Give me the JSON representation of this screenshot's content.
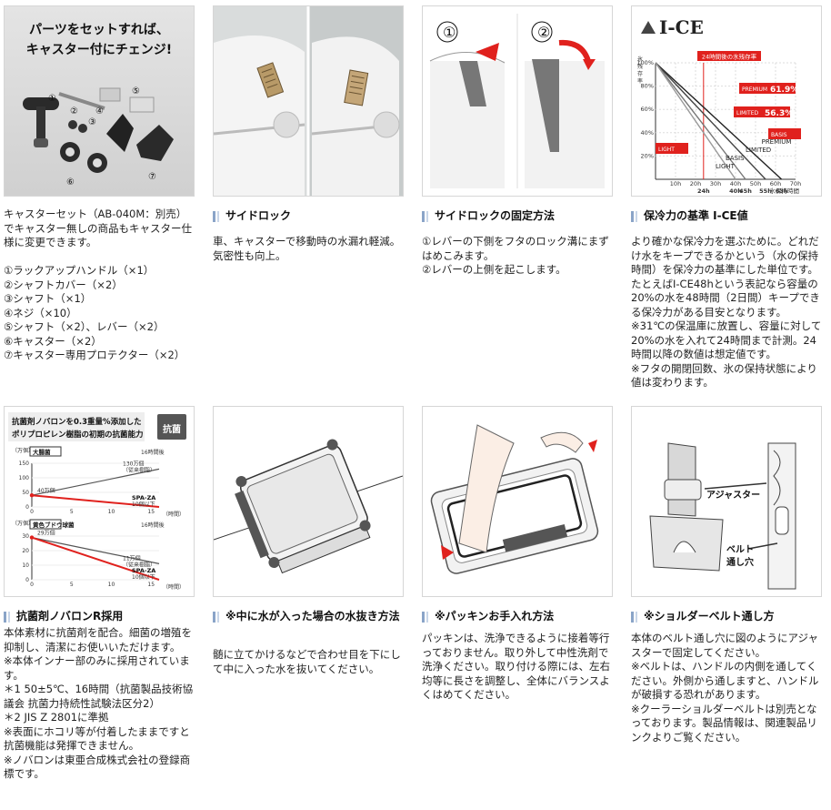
{
  "panels": [
    {
      "heading": "",
      "body": "キャスターセット（AB-040M：別売）でキャスター無しの商品もキャスター仕様に変更できます。\n\n①ラックアップハンドル（×1）\n②シャフトカバー（×2）\n③シャフト（×1）\n④ネジ（×10）\n⑤シャフト（×2）、レバー（×2）\n⑥キャスター（×2）\n⑦キャスター専用プロテクター（×2）",
      "image": {
        "title_line1": "パーツをセットすれば、",
        "title_line2": "キャスター付にチェンジ!",
        "labels": [
          "①",
          "②",
          "③",
          "④",
          "⑤",
          "⑥",
          "⑦"
        ]
      }
    },
    {
      "heading": "サイドロック",
      "body": "車、キャスターで移動時の水漏れ軽減。気密性も向上。"
    },
    {
      "heading": "サイドロックの固定方法",
      "body": "①レバーの下側をフタのロック溝にまずはめこみます。\n②レバーの上側を起こします。",
      "image": {
        "step1": "①",
        "step2": "②"
      }
    },
    {
      "heading": "保冷力の基準 I-CE値",
      "body": "より確かな保冷力を選ぶために。どれだけ水をキープできるかという（水の保持時間）を保冷力の基準にした単位です。たとえばI-CE48hという表記なら容量の20%の水を48時間（2日間）キープできる保冷力がある目安となります。\n※31℃の保温庫に放置し、容量に対して20%の水を入れて24時間まで計測。24時間以降の数値は想定値です。\n※フタの開閉回数、氷の保持状態により値は変わります。"
    },
    {
      "heading": "抗菌剤ノバロンR採用",
      "body": "本体素材に抗菌剤を配合。細菌の増殖を抑制し、清潔にお使いいただけます。\n※本体インナー部のみに採用されています。\n＊1 50±5℃、16時間（抗菌製品技術協議会 抗菌力持続性試験法区分2）\n＊2 JIS Z 2801に準拠\n※表面にホコリ等が付着したままですと抗菌機能は発揮できません。\n※ノバロンは東亜合成株式会社の登録商標です。"
    },
    {
      "heading": "※中に水が入った場合の水抜き方法",
      "body": "髄に立てかけるなどで合わせ目を下にして中に入った水を抜いてください。"
    },
    {
      "heading": "※パッキンお手入れ方法",
      "body": "パッキンは、洗浄できるように接着等行っておりません。取り外して中性洗剤で洗浄ください。取り付ける際には、左右均等に長さを調整し、全体にバランスよくはめてください。"
    },
    {
      "heading": "※ショルダーベルト通し方",
      "body": "本体のベルト通し穴に図のようにアジャスターで固定してください。\n※ベルトは、ハンドルの内側を通してください。外側から通しますと、ハンドルが破損する恐れがあります。\n※クーラーショルダーベルトは別売となっております。製品情報は、関連製品リンクよりご覧ください。",
      "image": {
        "adjuster_label": "アジャスター",
        "belt_hole_label_1": "ベルト",
        "belt_hole_label_2": "通し穴"
      }
    }
  ],
  "ice_chart": {
    "type": "line",
    "logo": "I-CE",
    "ylabel_chars": [
      "氷",
      "残",
      "存",
      "率"
    ],
    "xlabel": "氷保持時間",
    "y_ticks": [
      "100%",
      "80%",
      "60%",
      "40%",
      "20%"
    ],
    "x_ticks_top": [
      "10h",
      "20h",
      "30h",
      "40h",
      "50h",
      "60h",
      "70h"
    ],
    "x_ticks_bottom": [
      "24h",
      "40h",
      "45h",
      "55h",
      "63h"
    ],
    "banner": "24時間後の氷残存率",
    "series": [
      {
        "name": "PREMIUM",
        "value_24h": "61.9%",
        "end_hours": 63
      },
      {
        "name": "LIMITED",
        "value_24h": "56.3%",
        "end_hours": 55
      },
      {
        "name": "BASIS",
        "value_24h": "",
        "end_hours": 45
      },
      {
        "name": "LIGHT",
        "value_24h": "",
        "end_hours": 40
      }
    ],
    "accent_red": "#e0211d"
  },
  "antibac_chart": {
    "title_line1": "抗菌剤ノバロンを0.3重量%添加した",
    "title_line2": "ポリプロピレン樹脂の初期の抗菌能力",
    "badge": "抗菌",
    "top": {
      "unit": "（万個）",
      "organism": "大腸菌",
      "time_label": "16時間後",
      "y_ticks": [
        "150",
        "100",
        "50",
        "0"
      ],
      "x_ticks": [
        "0",
        "5",
        "10",
        "15"
      ],
      "start_label": "40万個",
      "end_upper_1": "130万個",
      "end_upper_2": "（従来樹脂）",
      "spa_label": "SPA-ZA",
      "end_lower": "10個以下",
      "xunit": "（時間）"
    },
    "bottom": {
      "unit": "（万個）",
      "organism": "黄色ブドウ球菌",
      "time_label": "16時間後",
      "y_ticks": [
        "30",
        "20",
        "10",
        "0"
      ],
      "x_ticks": [
        "0",
        "5",
        "10",
        "15"
      ],
      "start_label": "29万個",
      "end_upper_1": "11万個",
      "end_upper_2": "（従来樹脂）",
      "spa_label": "SPA-ZA",
      "end_lower": "10個以下",
      "xunit": "（時間）"
    }
  }
}
